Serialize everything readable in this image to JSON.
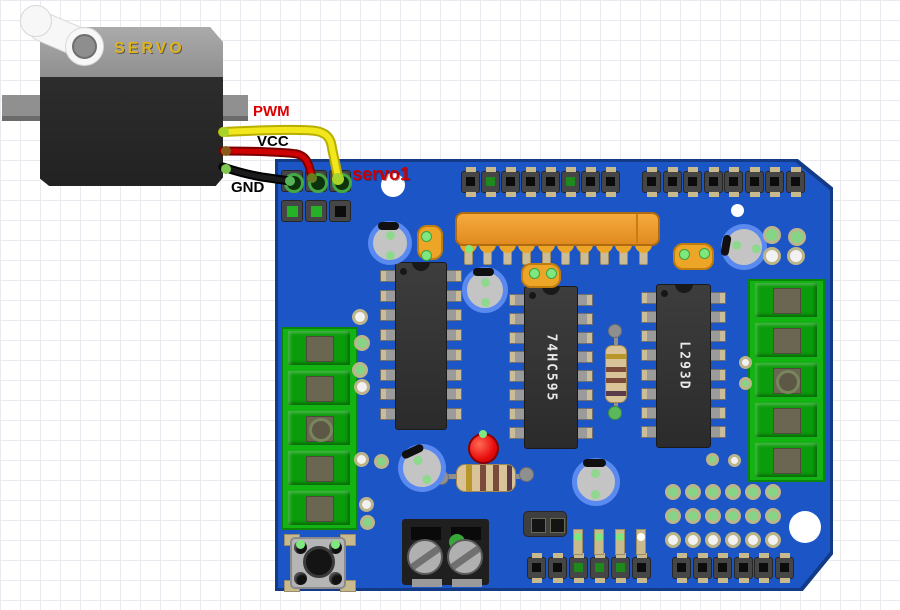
{
  "labels": {
    "servo": "SERVO",
    "pwm": "PWM",
    "vcc": "VCC",
    "gnd": "GND",
    "servo1": "servo1",
    "shift_register": "74HC595",
    "motor_driver": "L293D"
  },
  "wires": [
    {
      "label": "PWM",
      "color": "#f2e71c"
    },
    {
      "label": "VCC",
      "color": "#cf0000"
    },
    {
      "label": "GND",
      "color": "#1b1b1b"
    }
  ],
  "colors": {
    "board_blue": "#1c55c6",
    "board_edge": "#123a85",
    "terminal_green": "#12b312",
    "sip_orange": "#eda528",
    "wire_yellow": "#f2e71c",
    "wire_red": "#cf0000",
    "wire_black": "#1b1b1b",
    "label_red": "#dd0000",
    "label_black": "#000000",
    "servo_label_gold": "#dfb31b",
    "led_red": "#e80d0d",
    "cap_ring_blue": "#5a8af0",
    "pad_green": "#86d486",
    "grid_line": "#ebe9ef"
  }
}
